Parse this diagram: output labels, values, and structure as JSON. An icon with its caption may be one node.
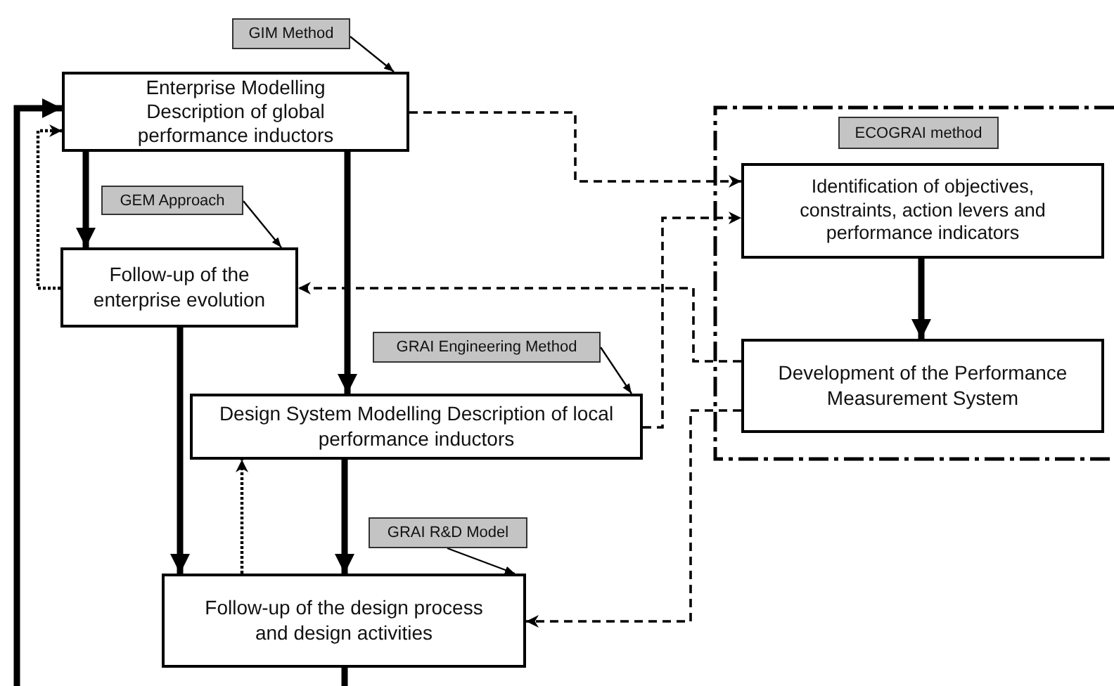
{
  "diagram": {
    "nodes": [
      {
        "text": [
          "GIM Method"
        ]
      },
      {
        "text": [
          "Enterprise Modelling Description of global performance inductors"
        ]
      },
      {
        "text": [
          "GEM Approach"
        ]
      },
      {
        "text": [
          "Follow-up of the enterprise evolution"
        ]
      },
      {
        "text": [
          "GRAI Engineering Method"
        ]
      },
      {
        "text": [
          "Design System Modelling Description of local performance inductors"
        ]
      },
      {
        "text": [
          "GRAI R&D Model"
        ]
      },
      {
        "text": [
          "Follow-up of the design process and design activities"
        ]
      },
      {
        "text": [
          "ECOGRAI method"
        ]
      },
      {
        "text": [
          "Identification of objectives, constraints, action levers and performance indicators"
        ],
        "in": 8
      },
      {
        "text": [
          "Development of the Performance Measurement System"
        ],
        "in": 8
      }
    ],
    "edges": [
      {
        "from": 0,
        "to": 1,
        "arrow": "to"
      },
      {
        "from": 2,
        "to": 3,
        "arrow": "to"
      },
      {
        "from": 4,
        "to": 5,
        "arrow": "to"
      },
      {
        "from": 6,
        "to": 7,
        "arrow": "to"
      },
      {
        "from": 1,
        "to": 3,
        "arrow": "to",
        "style": "thick"
      },
      {
        "from": 1,
        "to": 5,
        "arrow": "to",
        "style": "thick"
      },
      {
        "from": 3,
        "to": 7,
        "arrow": "to",
        "style": "thick"
      },
      {
        "from": 5,
        "to": 7,
        "arrow": "to",
        "style": "thick"
      },
      {
        "from": 7,
        "to": null,
        "arrow": "none",
        "style": "thick"
      },
      {
        "from": null,
        "to": 1,
        "arrow": "to",
        "style": "thick"
      },
      {
        "from": 3,
        "to": 1,
        "arrow": "to",
        "style": "dashed"
      },
      {
        "from": 7,
        "to": 5,
        "arrow": "to",
        "style": "dashed"
      },
      {
        "from": 1,
        "to": 9,
        "arrow": "to",
        "style": "dashed"
      },
      {
        "from": 5,
        "to": 9,
        "arrow": "to",
        "style": "dashed"
      },
      {
        "from": 10,
        "to": 3,
        "arrow": "to",
        "style": "dashed"
      },
      {
        "from": 10,
        "to": 7,
        "arrow": "to",
        "style": "dashed"
      },
      {
        "from": 9,
        "to": 10,
        "arrow": "to",
        "style": "thick"
      }
    ]
  }
}
